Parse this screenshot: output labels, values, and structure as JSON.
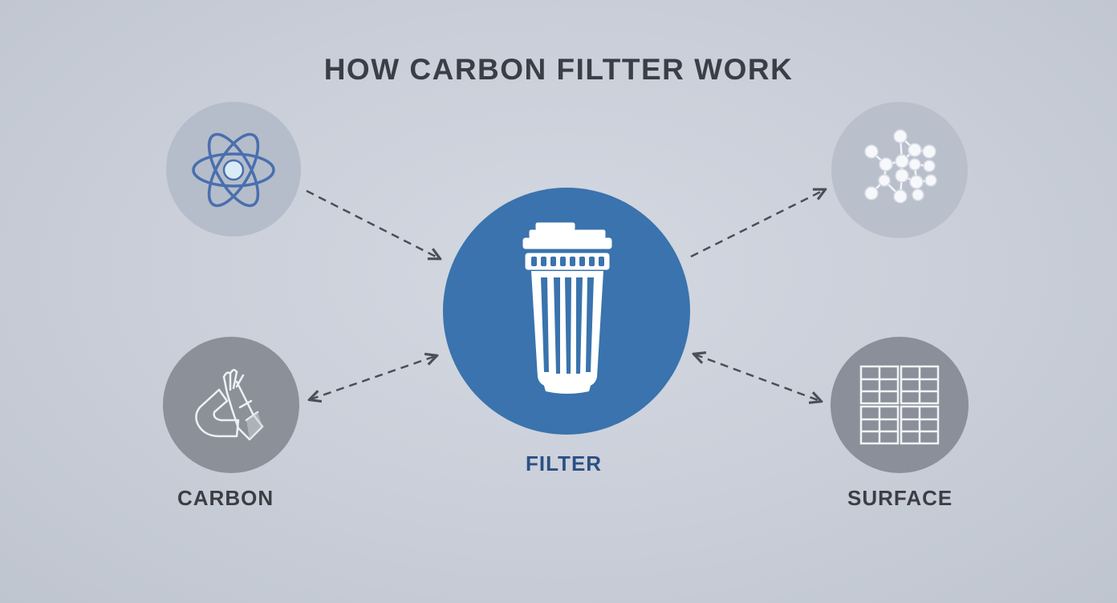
{
  "title": "HOW CARBON FILTTER WORK",
  "center": {
    "label": "FILTER",
    "icon": "filter-cartridge-icon"
  },
  "nodes": {
    "atom": {
      "icon": "atom-icon"
    },
    "molecule": {
      "icon": "molecule-network-icon"
    },
    "carbon": {
      "label": "CARBON",
      "icon": "carbon-hands-icon"
    },
    "surface": {
      "label": "SURFACE",
      "icon": "surface-grid-icon"
    }
  },
  "colors": {
    "accent": "#3a73ad",
    "title": "#3a3f47",
    "filter_label": "#2c4f86",
    "dashed_arrow": "#4a4f58",
    "atom_stroke": "#4a6fae"
  }
}
